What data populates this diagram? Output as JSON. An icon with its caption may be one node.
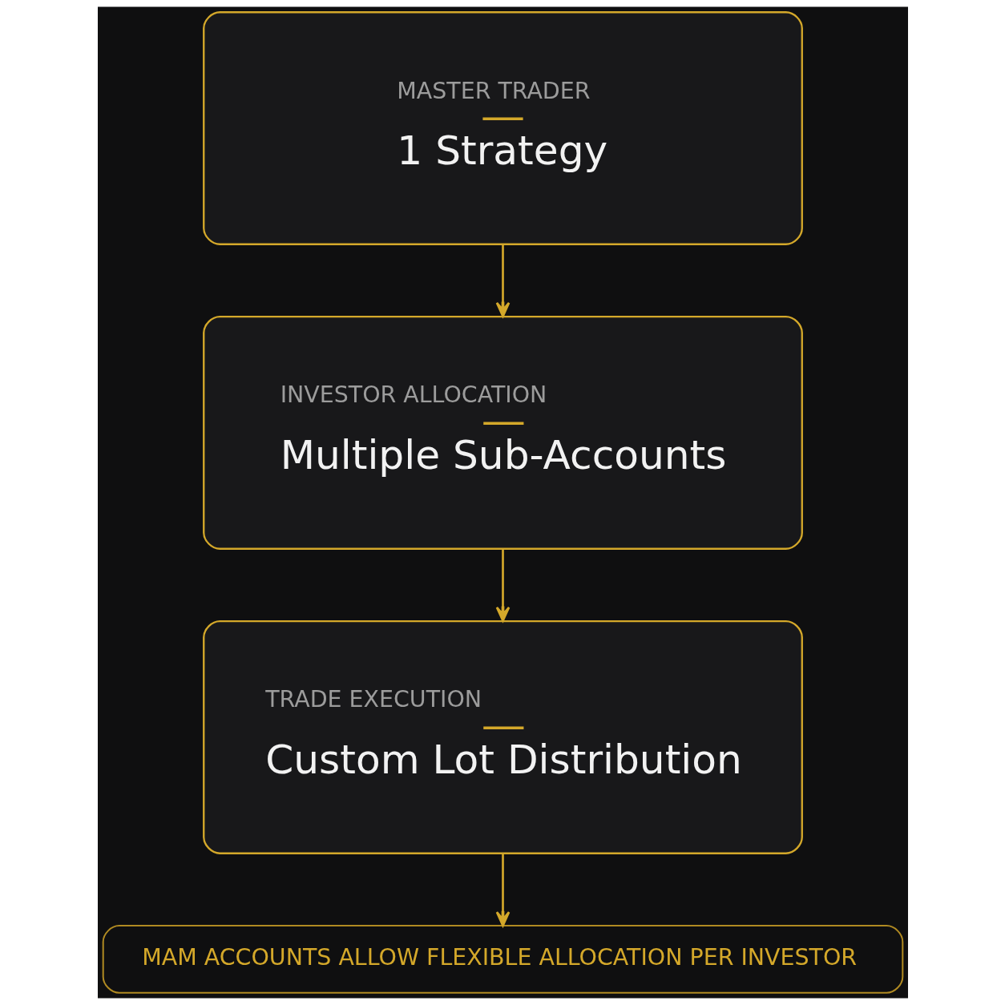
{
  "diagram": {
    "nodes": [
      {
        "text": [
          "MASTER TRADER",
          "1 Strategy"
        ]
      },
      {
        "text": [
          "INVESTOR ALLOCATION",
          "Multiple Sub-Accounts"
        ]
      },
      {
        "text": [
          "TRADE EXECUTION",
          "Custom Lot Distribution"
        ]
      },
      {
        "text": [
          "MAM ACCOUNTS ALLOW FLEXIBLE ALLOCATION PER INVESTOR"
        ]
      }
    ],
    "edges": [
      {
        "from": 0,
        "to": 1,
        "arrow": "to"
      },
      {
        "from": 1,
        "to": 2,
        "arrow": "to"
      },
      {
        "from": 2,
        "to": 3,
        "arrow": "to"
      }
    ]
  }
}
